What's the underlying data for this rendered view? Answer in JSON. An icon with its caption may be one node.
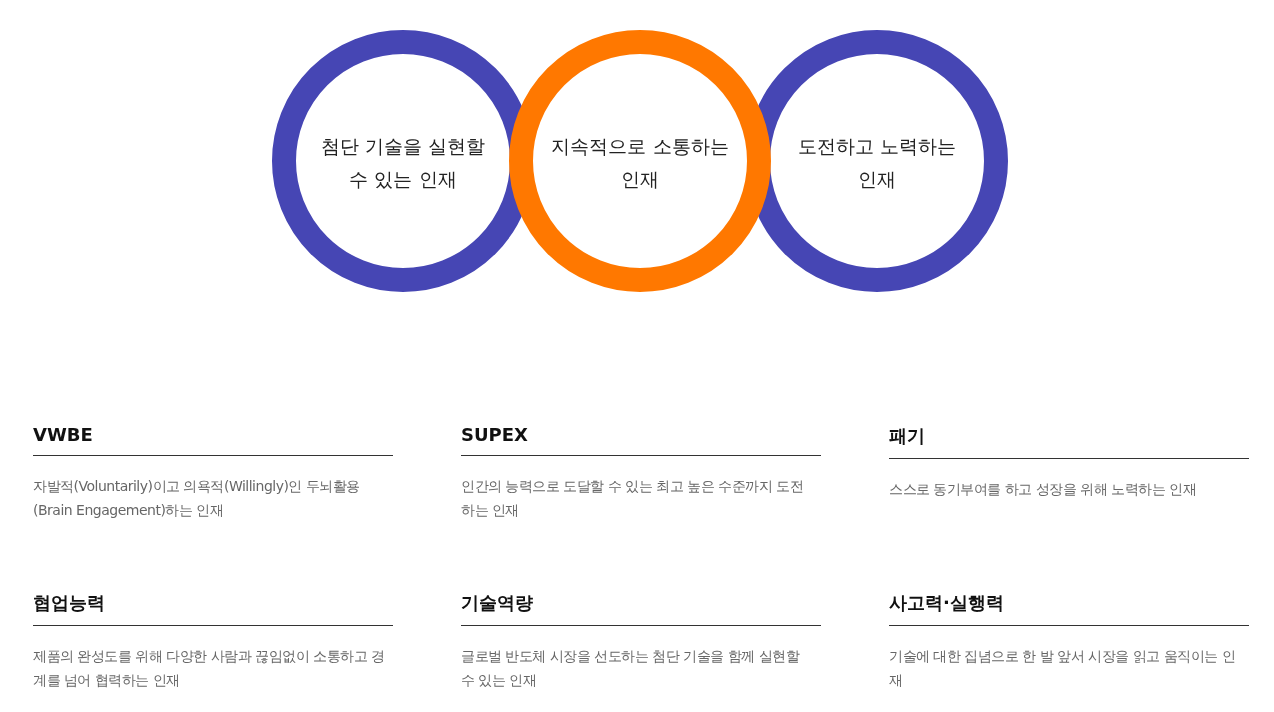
{
  "diagram": {
    "nodes": [
      {
        "text": [
          "첨단 기술을 실현할 수 있는 인재"
        ]
      },
      {
        "text": [
          "지속적으로 소통하는 인재"
        ]
      },
      {
        "text": [
          "도전하고 노력하는 인재"
        ]
      }
    ],
    "labels": [
      "VWBE",
      "SUPEX",
      "패기",
      "자발적(Voluntarily)이고 의욕적(Willingly)인 두뇌활용 (Brain Engagement)하는 인재",
      "인간의 능력으로 도달할 수 있는 최고 높은 수준까지 도전하는 인재",
      "스스로 동기부여를 하고 성장을 위해 노력하는 인재",
      "협업능력",
      "기술역량",
      "사고력·실행력",
      "제품의 완성도를 위해 다양한 사람과 끊임없이 소통하고 경계를 넘어 협력하는 인재",
      "글로벌 반도체 시장을 선도하는 첨단 기술을 함께 실현할 수 있는 인재",
      "기술에 대한 집념으로 한 발 앞서 시장을 읽고 움직이는 인재"
    ]
  }
}
